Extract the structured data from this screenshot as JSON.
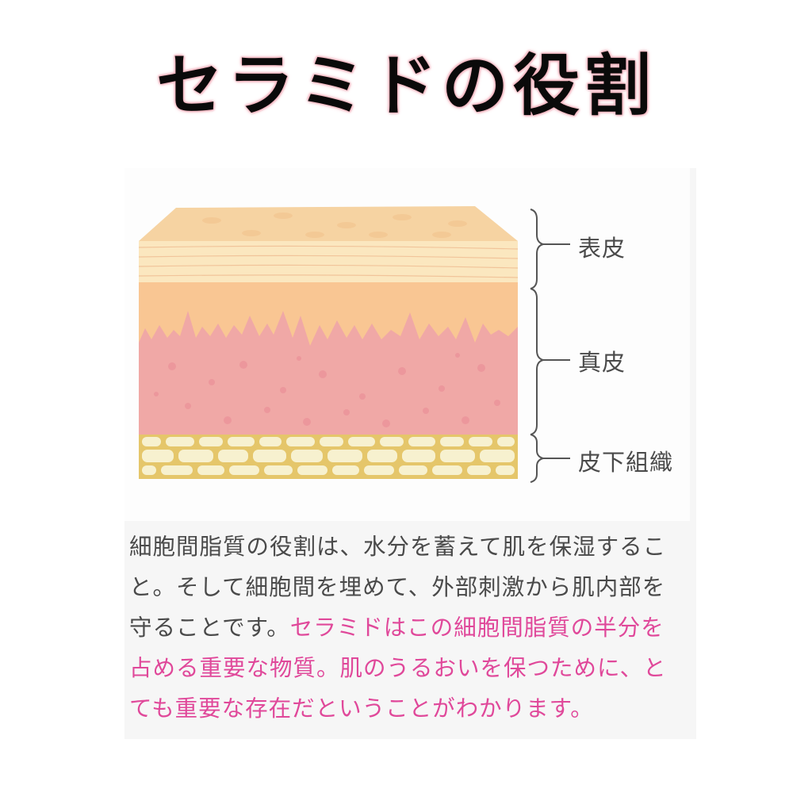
{
  "title": "セラミドの役割",
  "figure": {
    "labels": {
      "epidermis": "表皮",
      "dermis": "真皮",
      "subcutaneous": "皮下組織"
    },
    "colors": {
      "epidermis_top": "#f6d3a2",
      "epidermis_lines": "#fbe6bd",
      "epidermis_lower": "#f9c693",
      "dermis": "#f0a8a6",
      "dermis_dots": "#e98a94",
      "fat_bg": "#e5c66a",
      "fat_cells": "#f7f1cf",
      "bracket": "#555555"
    }
  },
  "body": {
    "part1": "細胞間脂質の役割は、水分を蓄えて肌を保湿すること。そして細胞間を埋めて、外部刺激から肌内部を守ることです。",
    "part2": "セラミドはこの細胞間脂質の半分を占める重要な物質。肌のうるおいを保つために、とても重要な存在だということがわかります。",
    "highlight_color": "#e0489a",
    "text_color": "#4a4a4a"
  }
}
